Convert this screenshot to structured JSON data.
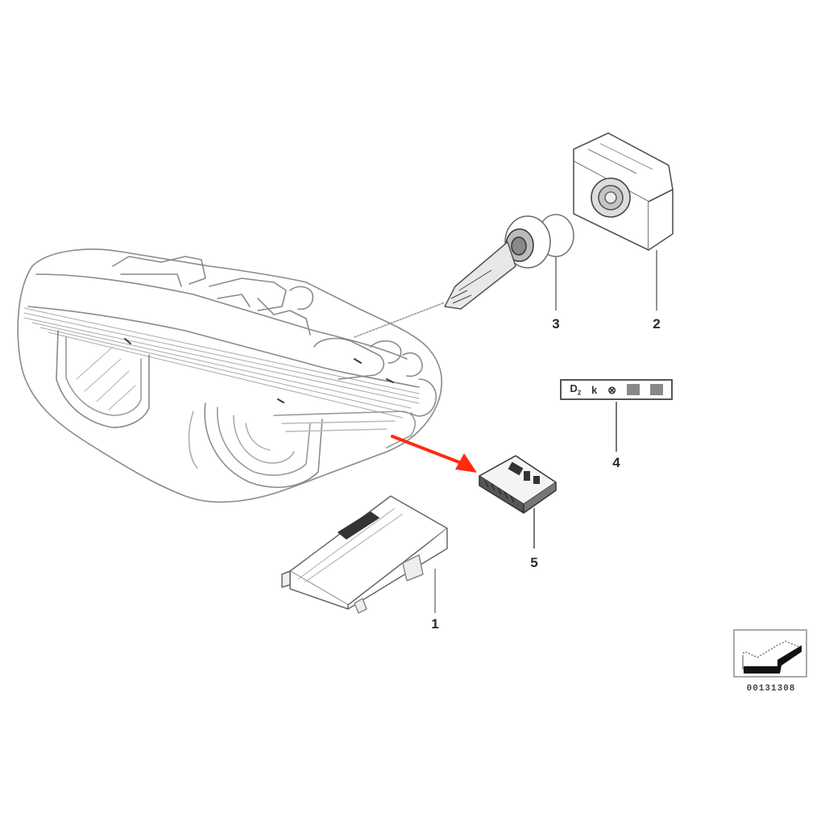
{
  "diagram": {
    "type": "exploded parts diagram",
    "subject": "headlight assembly with control units",
    "callouts": [
      {
        "id": "1",
        "label": "1",
        "part": "control unit (ballast)"
      },
      {
        "id": "2",
        "label": "2",
        "part": "igniter module"
      },
      {
        "id": "3",
        "label": "3",
        "part": "bulb"
      },
      {
        "id": "4",
        "label": "4",
        "part": "symbol label"
      },
      {
        "id": "5",
        "label": "5",
        "part": "connector / module"
      }
    ],
    "symbol_label": {
      "glyphs": [
        "D",
        "k",
        "⊗",
        "▦",
        "▦"
      ],
      "subscript": "2"
    },
    "arrow": {
      "color": "#ff2a10",
      "from": "headlight",
      "to": "5"
    },
    "corner_icon": {
      "name": "diagram-orientation-icon"
    },
    "diagram_code": "00131308"
  },
  "colors": {
    "line": "#6d6d6d",
    "dark_line": "#333333",
    "highlight": "#ff2a10",
    "background": "#ffffff"
  }
}
